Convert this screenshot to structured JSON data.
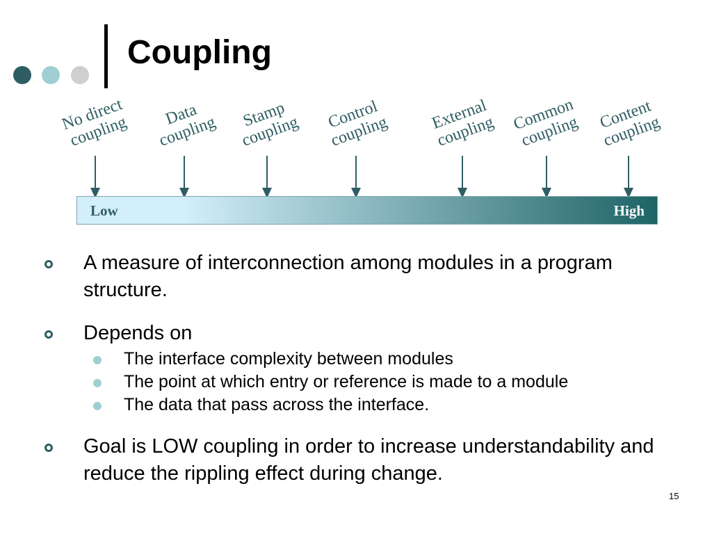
{
  "colors": {
    "dot_dark": "#2e5e63",
    "dot_mid": "#9fcfd3",
    "dot_light": "#cfcfcf",
    "bullet_ring": "#2e5e63",
    "sub_bullet": "#9fcfd3",
    "scale_start": "#d3effb",
    "scale_end": "#1e6466",
    "arrow": "#2e5e63",
    "label_text": "#2e5e63"
  },
  "slide": {
    "title": "Coupling",
    "page_number": "15"
  },
  "scale": {
    "low_label": "Low",
    "high_label": "High",
    "markers": [
      {
        "line1": "No direct",
        "line2": "coupling"
      },
      {
        "line1": "Data",
        "line2": "coupling"
      },
      {
        "line1": "Stamp",
        "line2": "coupling"
      },
      {
        "line1": "Control",
        "line2": "coupling"
      },
      {
        "line1": "External",
        "line2": "coupling"
      },
      {
        "line1": "Common",
        "line2": "coupling"
      },
      {
        "line1": "Content",
        "line2": "coupling"
      }
    ]
  },
  "bullets": {
    "b1": "A measure of interconnection among modules in a program structure.",
    "b2": "Depends on",
    "b2_sub": [
      "The interface complexity between modules",
      "The point at which entry or reference is made to a module",
      "The data that pass across the interface."
    ],
    "b3": "Goal is LOW coupling in order to increase understandability and reduce the rippling effect during change."
  }
}
